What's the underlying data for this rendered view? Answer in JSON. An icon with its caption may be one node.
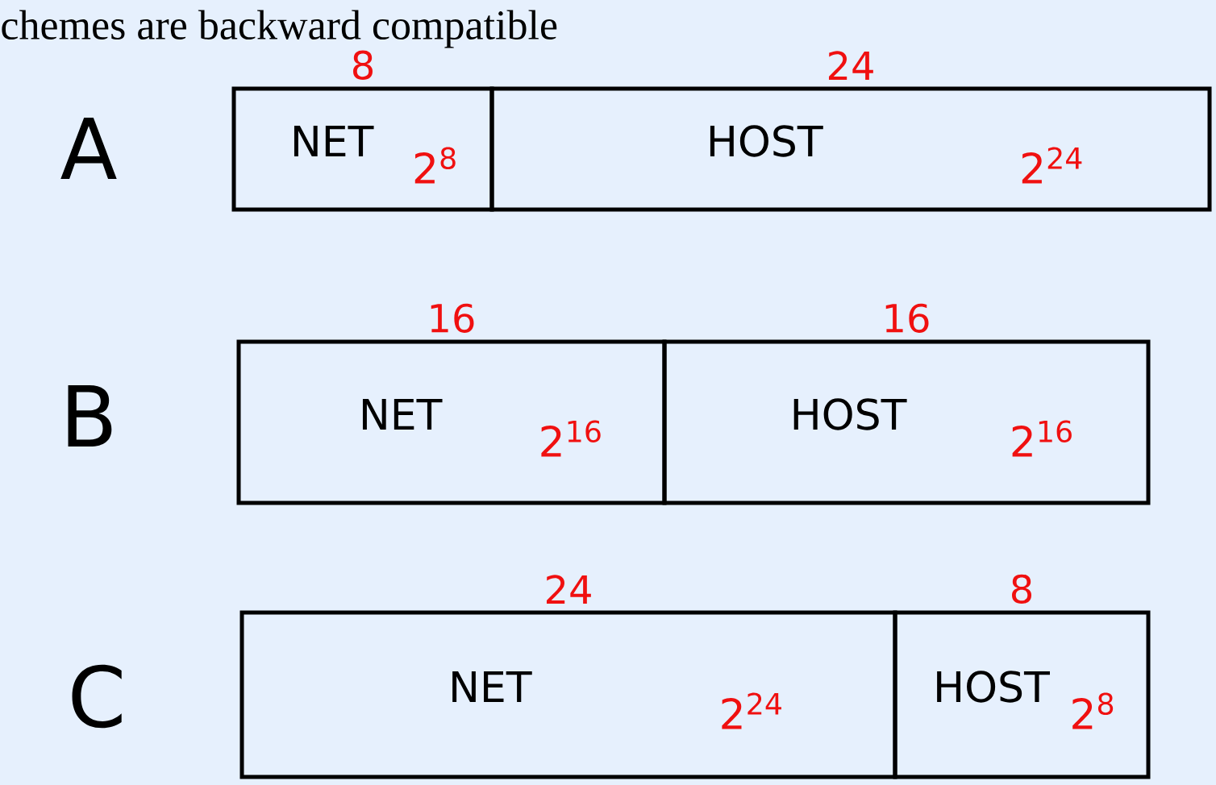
{
  "diagram": {
    "nodes": [
      {
        "text": [
          "NET",
          "2$^{8}$"
        ],
        "beside": [
          "8"
        ]
      },
      {
        "text": [
          "HOST",
          "2$^{24}$"
        ],
        "beside": [
          "24"
        ]
      },
      {
        "text": [
          "NET",
          "2$^{16}$"
        ],
        "beside": [
          "16"
        ]
      },
      {
        "text": [
          "HOST",
          "2$^{16}$"
        ],
        "beside": [
          "16"
        ]
      },
      {
        "text": [
          "NET",
          "2$^{24}$"
        ],
        "beside": [
          "24"
        ]
      },
      {
        "text": [
          "HOST",
          "2$^{8}$"
        ],
        "beside": [
          "8"
        ]
      }
    ],
    "labels": [
      "chemes are backward compatible",
      "A",
      "B",
      "C"
    ]
  }
}
